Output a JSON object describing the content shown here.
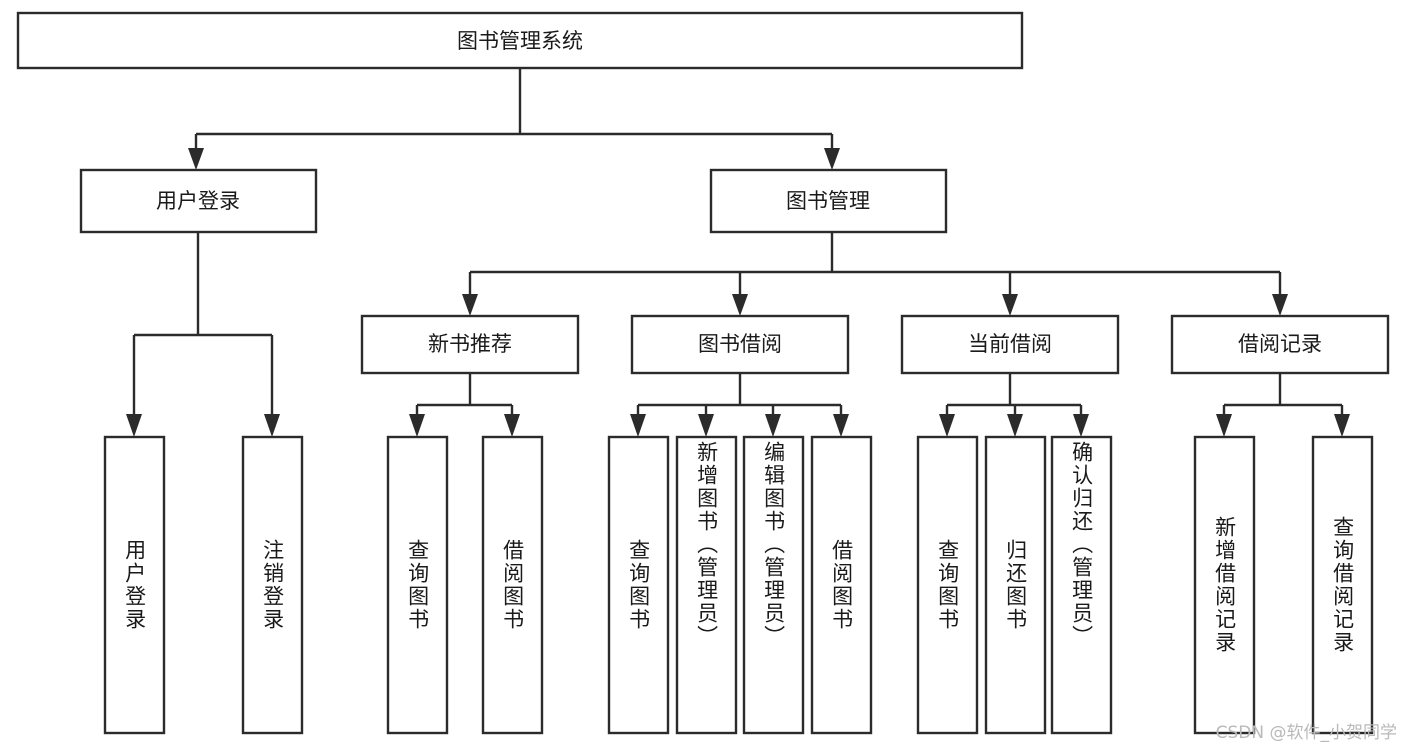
{
  "diagram": {
    "type": "tree-hierarchy",
    "title": "图书管理系统",
    "watermark": "CSDN @软件_小贺同学",
    "colors": {
      "background": "#ffffff",
      "stroke": "#2b2b2b",
      "text": "#1a1a1a",
      "watermark": "#b9b9b9"
    },
    "root": {
      "label": "图书管理系统"
    },
    "level2": [
      {
        "label": "用户登录"
      },
      {
        "label": "图书管理"
      }
    ],
    "level3": [
      {
        "label": "新书推荐"
      },
      {
        "label": "图书借阅"
      },
      {
        "label": "当前借阅"
      },
      {
        "label": "借阅记录"
      }
    ],
    "leaves": {
      "user_login": [
        {
          "label": "用户登录"
        },
        {
          "label": "注销登录"
        }
      ],
      "new_book_recommend": [
        {
          "label": "查询图书"
        },
        {
          "label": "借阅图书"
        }
      ],
      "book_borrow": [
        {
          "label": "查询图书"
        },
        {
          "label": "新增图书（管理员）"
        },
        {
          "label": "编辑图书（管理员）"
        },
        {
          "label": "借阅图书"
        }
      ],
      "current_borrow": [
        {
          "label": "查询图书"
        },
        {
          "label": "归还图书"
        },
        {
          "label": "确认归还（管理员）"
        }
      ],
      "borrow_record": [
        {
          "label": "新增借阅记录"
        },
        {
          "label": "查询借阅记录"
        }
      ]
    }
  }
}
